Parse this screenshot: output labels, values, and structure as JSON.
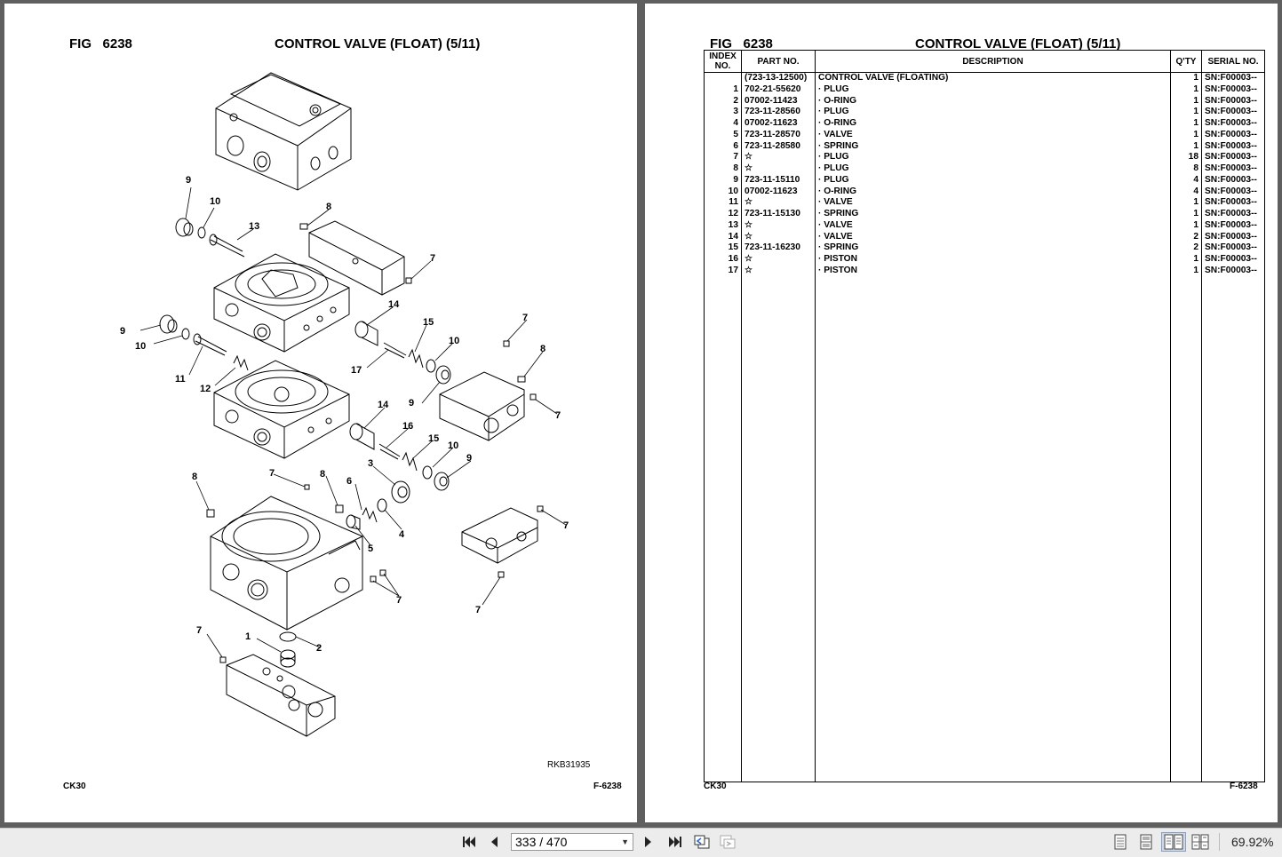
{
  "left_page": {
    "fig_label": "FIG",
    "fig_number": "6238",
    "title": "CONTROL VALVE (FLOAT) (5/11)",
    "drawing_code": "RKB31935",
    "footer_model": "CK30",
    "footer_page": "F-6238",
    "callouts": [
      "1",
      "2",
      "3",
      "4",
      "5",
      "6",
      "7",
      "8",
      "9",
      "10",
      "11",
      "12",
      "13",
      "14",
      "15",
      "16",
      "17"
    ]
  },
  "right_page": {
    "fig_label": "FIG",
    "fig_number": "6238",
    "title": "CONTROL VALVE (FLOAT) (5/11)",
    "footer_model": "CK30",
    "footer_page": "F-6238",
    "columns": [
      "INDEX NO.",
      "PART NO.",
      "DESCRIPTION",
      "Q'TY",
      "SERIAL NO."
    ],
    "rows": [
      {
        "index": "",
        "part": "(723-13-12500)",
        "desc": "CONTROL VALVE (FLOATING)",
        "qty": "1",
        "serial": "SN:F00003--"
      },
      {
        "index": "1",
        "part": "702-21-55620",
        "desc": "·  PLUG",
        "qty": "1",
        "serial": "SN:F00003--"
      },
      {
        "index": "2",
        "part": "07002-11423",
        "desc": "·  O-RING",
        "qty": "1",
        "serial": "SN:F00003--"
      },
      {
        "index": "3",
        "part": "723-11-28560",
        "desc": "·  PLUG",
        "qty": "1",
        "serial": "SN:F00003--"
      },
      {
        "index": "4",
        "part": "07002-11623",
        "desc": "·  O-RING",
        "qty": "1",
        "serial": "SN:F00003--"
      },
      {
        "index": "5",
        "part": "723-11-28570",
        "desc": "·  VALVE",
        "qty": "1",
        "serial": "SN:F00003--"
      },
      {
        "index": "6",
        "part": "723-11-28580",
        "desc": "·  SPRING",
        "qty": "1",
        "serial": "SN:F00003--"
      },
      {
        "index": "7",
        "part": "☆",
        "desc": "·  PLUG",
        "qty": "18",
        "serial": "SN:F00003--"
      },
      {
        "index": "8",
        "part": "☆",
        "desc": "·  PLUG",
        "qty": "8",
        "serial": "SN:F00003--"
      },
      {
        "index": "9",
        "part": "723-11-15110",
        "desc": "·  PLUG",
        "qty": "4",
        "serial": "SN:F00003--"
      },
      {
        "index": "10",
        "part": "07002-11623",
        "desc": "·  O-RING",
        "qty": "4",
        "serial": "SN:F00003--"
      },
      {
        "index": "11",
        "part": "☆",
        "desc": "·  VALVE",
        "qty": "1",
        "serial": "SN:F00003--"
      },
      {
        "index": "12",
        "part": "723-11-15130",
        "desc": "·  SPRING",
        "qty": "1",
        "serial": "SN:F00003--"
      },
      {
        "index": "13",
        "part": "☆",
        "desc": "·  VALVE",
        "qty": "1",
        "serial": "SN:F00003--"
      },
      {
        "index": "14",
        "part": "☆",
        "desc": "·  VALVE",
        "qty": "2",
        "serial": "SN:F00003--"
      },
      {
        "index": "15",
        "part": "723-11-16230",
        "desc": "·  SPRING",
        "qty": "2",
        "serial": "SN:F00003--"
      },
      {
        "index": "16",
        "part": "☆",
        "desc": "·  PISTON",
        "qty": "1",
        "serial": "SN:F00003--"
      },
      {
        "index": "17",
        "part": "☆",
        "desc": "·  PISTON",
        "qty": "1",
        "serial": "SN:F00003--"
      }
    ]
  },
  "toolbar": {
    "first_icon": "first-page-icon",
    "prev_icon": "previous-page-icon",
    "page_value": "333 / 470",
    "next_icon": "next-page-icon",
    "last_icon": "last-page-icon",
    "back_view_icon": "previous-view-icon",
    "forward_view_icon": "next-view-icon",
    "single_page_icon": "single-page-view-icon",
    "continuous_icon": "continuous-view-icon",
    "facing_icon": "facing-pages-view-icon",
    "continuous_facing_icon": "continuous-facing-view-icon",
    "zoom": "69.92%"
  }
}
